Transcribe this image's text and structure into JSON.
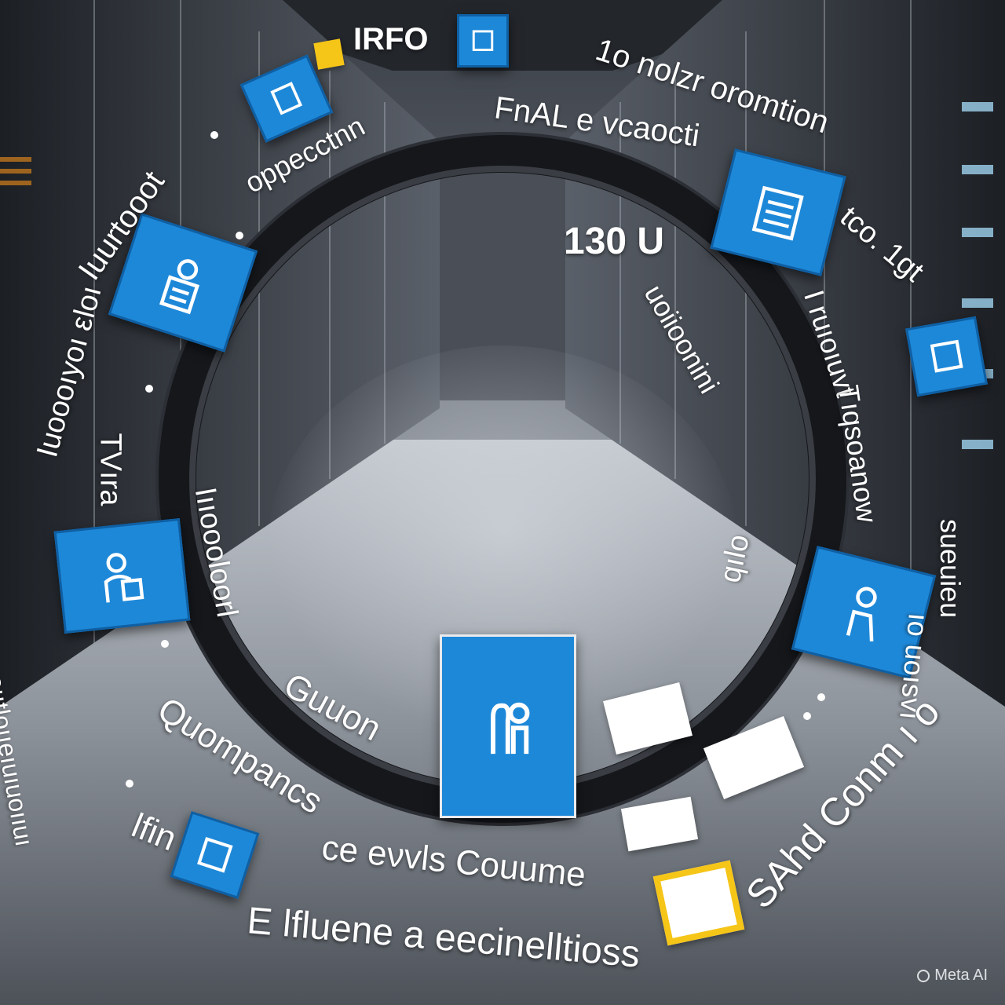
{
  "scene": {
    "description_labels": [],
    "colors": {
      "tile_blue": "#1e88d8",
      "ring": "#1a1c20",
      "floor": "#9aa0a8",
      "yellow_accent": "#f5c518"
    }
  },
  "texts": {
    "top_info": "IRFO",
    "top_right": "1o nolzr oromtion",
    "final_line": "FnAL e vcaocti",
    "top_right_rest": "tco. 1gt",
    "n_130": "130 U",
    "mid_right_a": "uoiioonini",
    "mid_right_b": "I ruıoıuvt",
    "mid_right_c": "Tıqsoanow",
    "right_edge": "sueuieu",
    "right_edge_b": "ıo uoısvı",
    "bottom_right_curve": "SAhd Conm ı o",
    "inner_top": "oppecctnn",
    "left_top": "Iuurtooot",
    "left_curve": "Iuoooıyoı εloı",
    "left_outer": "fu/ ruoııtloııeıuıuoııuı",
    "left_inner_v": "TVıra",
    "inner_left": "Iııoooloorl",
    "inner_right": "qılo",
    "quompancs": "Quompancs",
    "guuon": "Guuon",
    "ce_evls": "ce eνvls Couume",
    "lfin": "lfin",
    "elfluene": "E lfluene a eecinelltioss",
    "watermark": "Meta AI"
  },
  "icons": [
    "document-person-icon",
    "checklist-icon",
    "person-stack-icon",
    "report-icon"
  ]
}
